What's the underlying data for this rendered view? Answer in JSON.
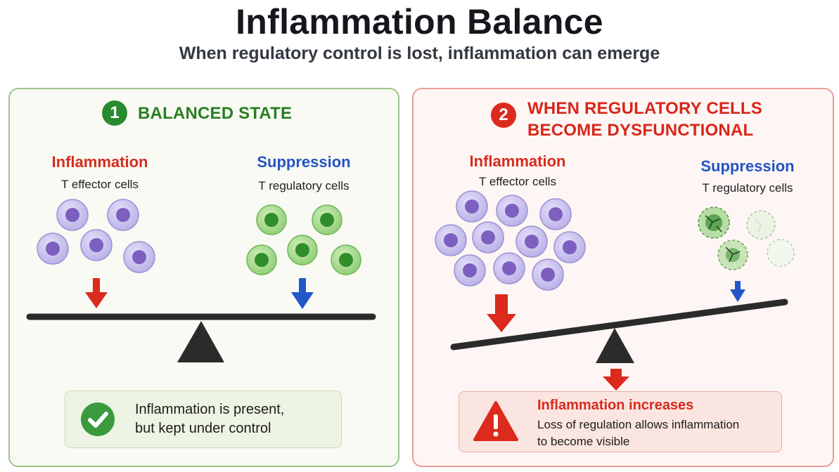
{
  "title": "Inflammation Balance",
  "subtitle": "When regulatory control is lost, inflammation can emerge",
  "left_panel": {
    "number": "1",
    "heading": "BALANCED STATE",
    "left_label": "Inflammation",
    "left_sub": "T effector cells",
    "right_label": "Suppression",
    "right_sub": "T regulatory cells",
    "note_line1": "Inflammation is present,",
    "note_line2": "but kept under control",
    "note_icon": "check-circle-icon"
  },
  "right_panel": {
    "number": "2",
    "heading_line1": "WHEN REGULATORY CELLS",
    "heading_line2": "BECOME DYSFUNCTIONAL",
    "left_label": "Inflammation",
    "left_sub": "T effector cells",
    "right_label": "Suppression",
    "right_sub": "T regulatory cells",
    "warn_title": "Inflammation increases",
    "warn_line1": "Loss of regulation allows inflammation",
    "warn_line2": "to become visible",
    "warn_icon": "warning-triangle-icon"
  },
  "colors": {
    "effector_cell": "#c9c2ef",
    "effector_nucleus": "#7c5fbf",
    "regulatory_cell": "#a9d98e",
    "regulatory_nucleus": "#2f8e2a",
    "arrow_red": "#dc2a1c",
    "arrow_blue": "#2157c9",
    "beam": "#2b2b2b"
  }
}
